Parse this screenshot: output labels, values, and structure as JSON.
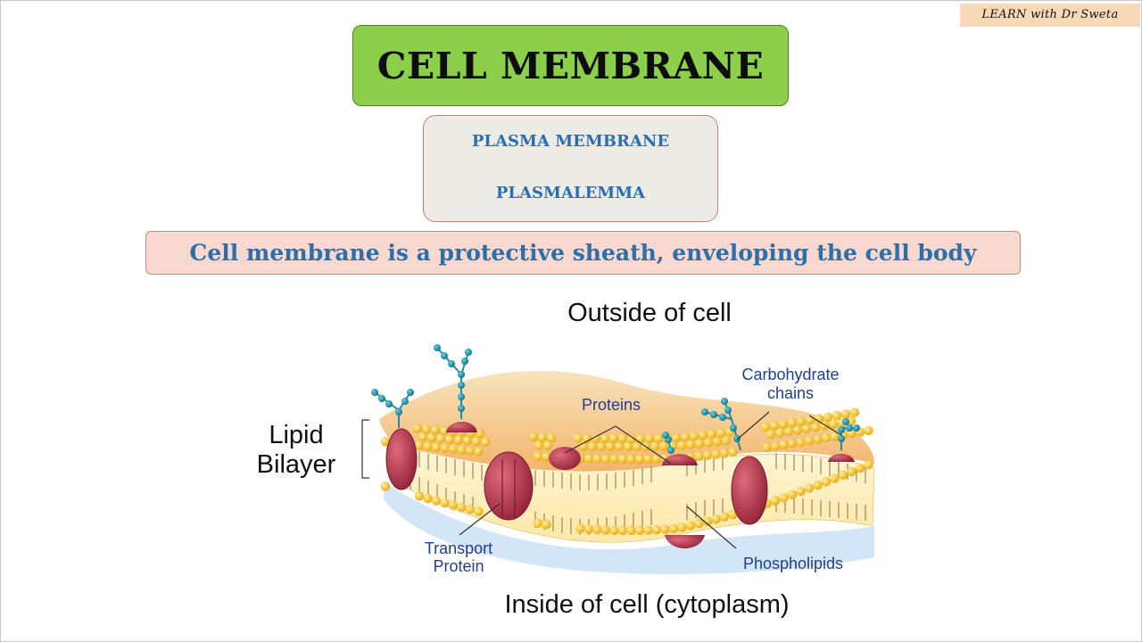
{
  "watermark": "LEARN with Dr Sweta",
  "title": "CELL MEMBRANE",
  "synonyms": [
    "PLASMA MEMBRANE",
    "PLASMALEMMA"
  ],
  "definition": "Cell membrane is a protective sheath, enveloping the cell body",
  "diagram": {
    "outside_label": "Outside of cell",
    "inside_label": "Inside of cell (cytoplasm)",
    "lipid_bilayer": [
      "Lipid",
      "Bilayer"
    ],
    "proteins": "Proteins",
    "carbohydrate_chains": [
      "Carbohydrate",
      "chains"
    ],
    "transport_protein": [
      "Transport",
      "Protein"
    ],
    "phospholipids": "Phospholipids"
  },
  "colors": {
    "title_bg": "#8ccf4a",
    "synonym_text": "#2a6fb3",
    "definition_bg": "#f9d8cf",
    "lipid_head": "#f4c21b",
    "protein": "#b8324a",
    "carbohydrate": "#1c8fa6"
  }
}
